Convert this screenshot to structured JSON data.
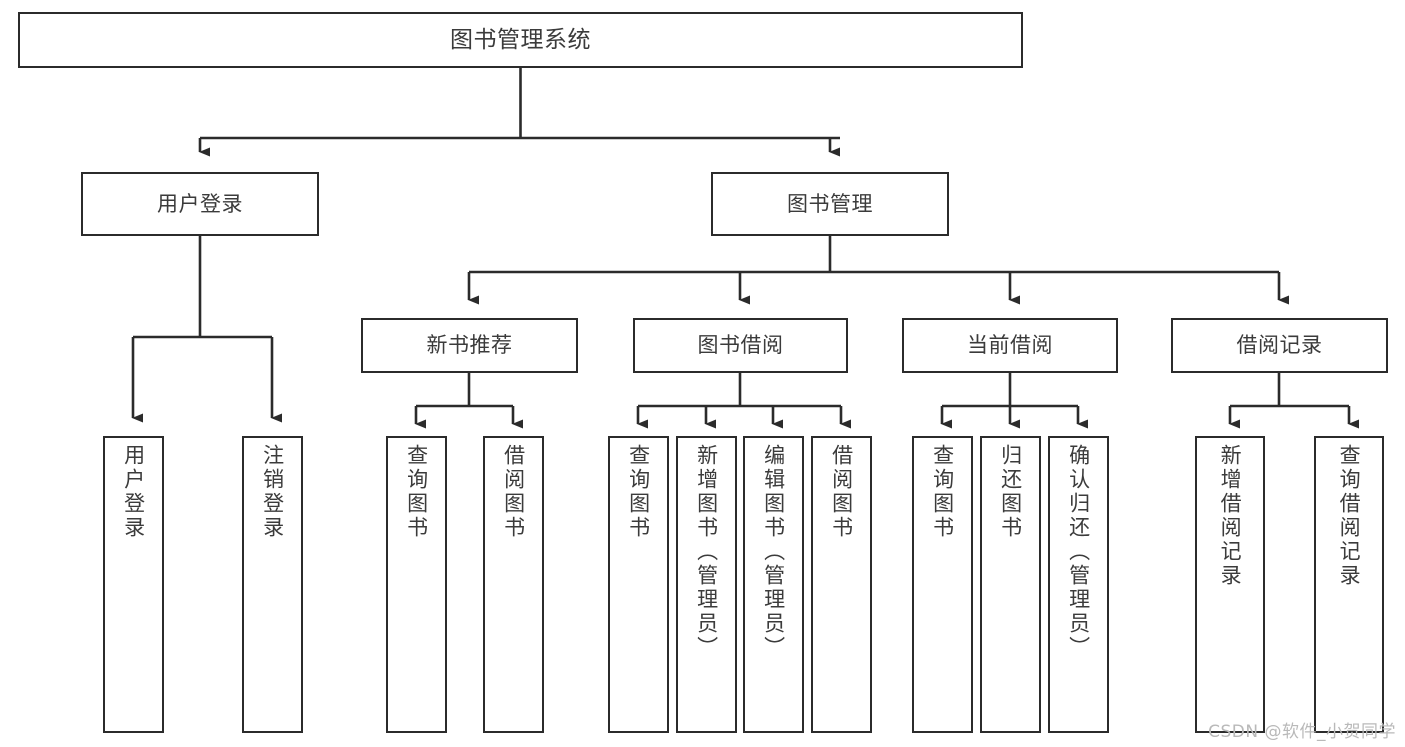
{
  "diagram": {
    "title": "图书管理系统",
    "type": "function-structure-tree",
    "background_color": "#ffffff",
    "stroke_color": "#2b2b2b",
    "text_color": "#3b3b3b",
    "watermark": "CSDN @软件_小贺同学",
    "nodes": {
      "root": {
        "label": "图书管理系统"
      },
      "level2": [
        {
          "label": "用户登录"
        },
        {
          "label": "图书管理"
        }
      ],
      "level3": [
        {
          "label": "新书推荐"
        },
        {
          "label": "图书借阅"
        },
        {
          "label": "当前借阅"
        },
        {
          "label": "借阅记录"
        }
      ],
      "leaves_user_login": [
        {
          "label": "用户登录"
        },
        {
          "label": "注销登录"
        }
      ],
      "leaves_new_book": [
        {
          "label": "查询图书"
        },
        {
          "label": "借阅图书"
        }
      ],
      "leaves_borrow": [
        {
          "label": "查询图书"
        },
        {
          "label": "新增图书（管理员）"
        },
        {
          "label": "编辑图书（管理员）"
        },
        {
          "label": "借阅图书"
        }
      ],
      "leaves_current": [
        {
          "label": "查询图书"
        },
        {
          "label": "归还图书"
        },
        {
          "label": "确认归还（管理员）"
        }
      ],
      "leaves_records": [
        {
          "label": "新增借阅记录"
        },
        {
          "label": "查询借阅记录"
        }
      ]
    }
  }
}
